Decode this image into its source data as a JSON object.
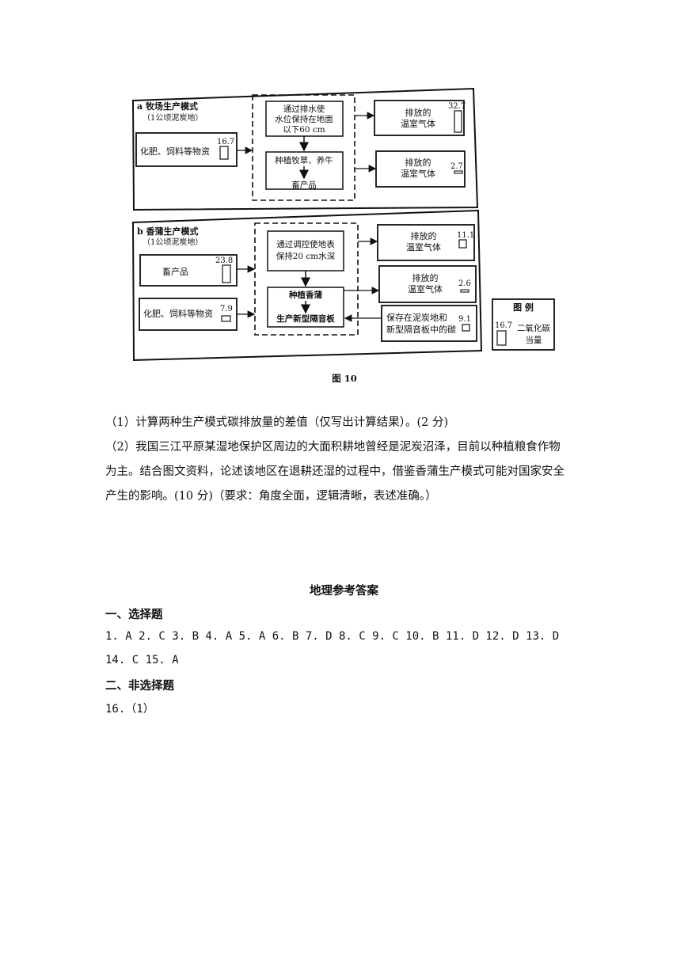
{
  "figure": {
    "caption": "图 10",
    "panel_a": {
      "title": "a  牧场生产模式",
      "subtitle": "（1公顷泥炭地）",
      "input_box": {
        "label": "化肥、饲料等物资",
        "value": "16.7"
      },
      "process_top": [
        "通过排水使",
        "水位保持在地面",
        "以下60 cm"
      ],
      "process_bottom_1": "种植牧草、养牛",
      "process_bottom_2": "畜产品",
      "out1": {
        "label_1": "排放的",
        "label_2": "温室气体",
        "value": "32.7"
      },
      "out2": {
        "label_1": "排放的",
        "label_2": "温室气体",
        "value": "2.7"
      }
    },
    "panel_b": {
      "title": "b  香蒲生产模式",
      "subtitle": "（1公顷泥炭地）",
      "input1": {
        "label": "畜产品",
        "value": "23.8"
      },
      "input2": {
        "label": "化肥、饲料等物资",
        "value": "7.9"
      },
      "process_top": [
        "通过调控使地表",
        "保持20 cm水深"
      ],
      "process_bottom_1": "种植香蒲",
      "process_bottom_2": "生产新型隔音板",
      "out1": {
        "label_1": "排放的",
        "label_2": "温室气体",
        "value": "11.1"
      },
      "out2": {
        "label_1": "排放的",
        "label_2": "温室气体",
        "value": "2.6"
      },
      "out3": {
        "label_1": "保存在泥炭地和",
        "label_2": "新型隔音板中的碳",
        "value": "9.1"
      }
    },
    "legend": {
      "title": "图  例",
      "value": "16.7",
      "label_1": "二氧化碳",
      "label_2": "当量"
    }
  },
  "questions": {
    "q1": "（1）计算两种生产模式碳排放量的差值（仅写出计算结果）。(2 分)",
    "q2_line1": "（2）我国三江平原某湿地保护区周边的大面积耕地曾经是泥炭沼泽，目前以种植粮食作物",
    "q2_line2": "为主。结合图文资料，论述该地区在退耕还湿的过程中，借鉴香蒲生产模式可能对国家安全",
    "q2_line3": "产生的影响。(10 分)（要求：角度全面，逻辑清晰，表述准确。）"
  },
  "answers": {
    "title": "地理参考答案",
    "section1": "一、选择题",
    "row1": "1. A  2. C  3. B  4. A  5. A  6. B  7. D  8. C  9. C  10. B  11. D  12. D  13. D",
    "row2": "14. C  15. A",
    "section2": "二、非选择题",
    "item16": "16.（1）"
  }
}
